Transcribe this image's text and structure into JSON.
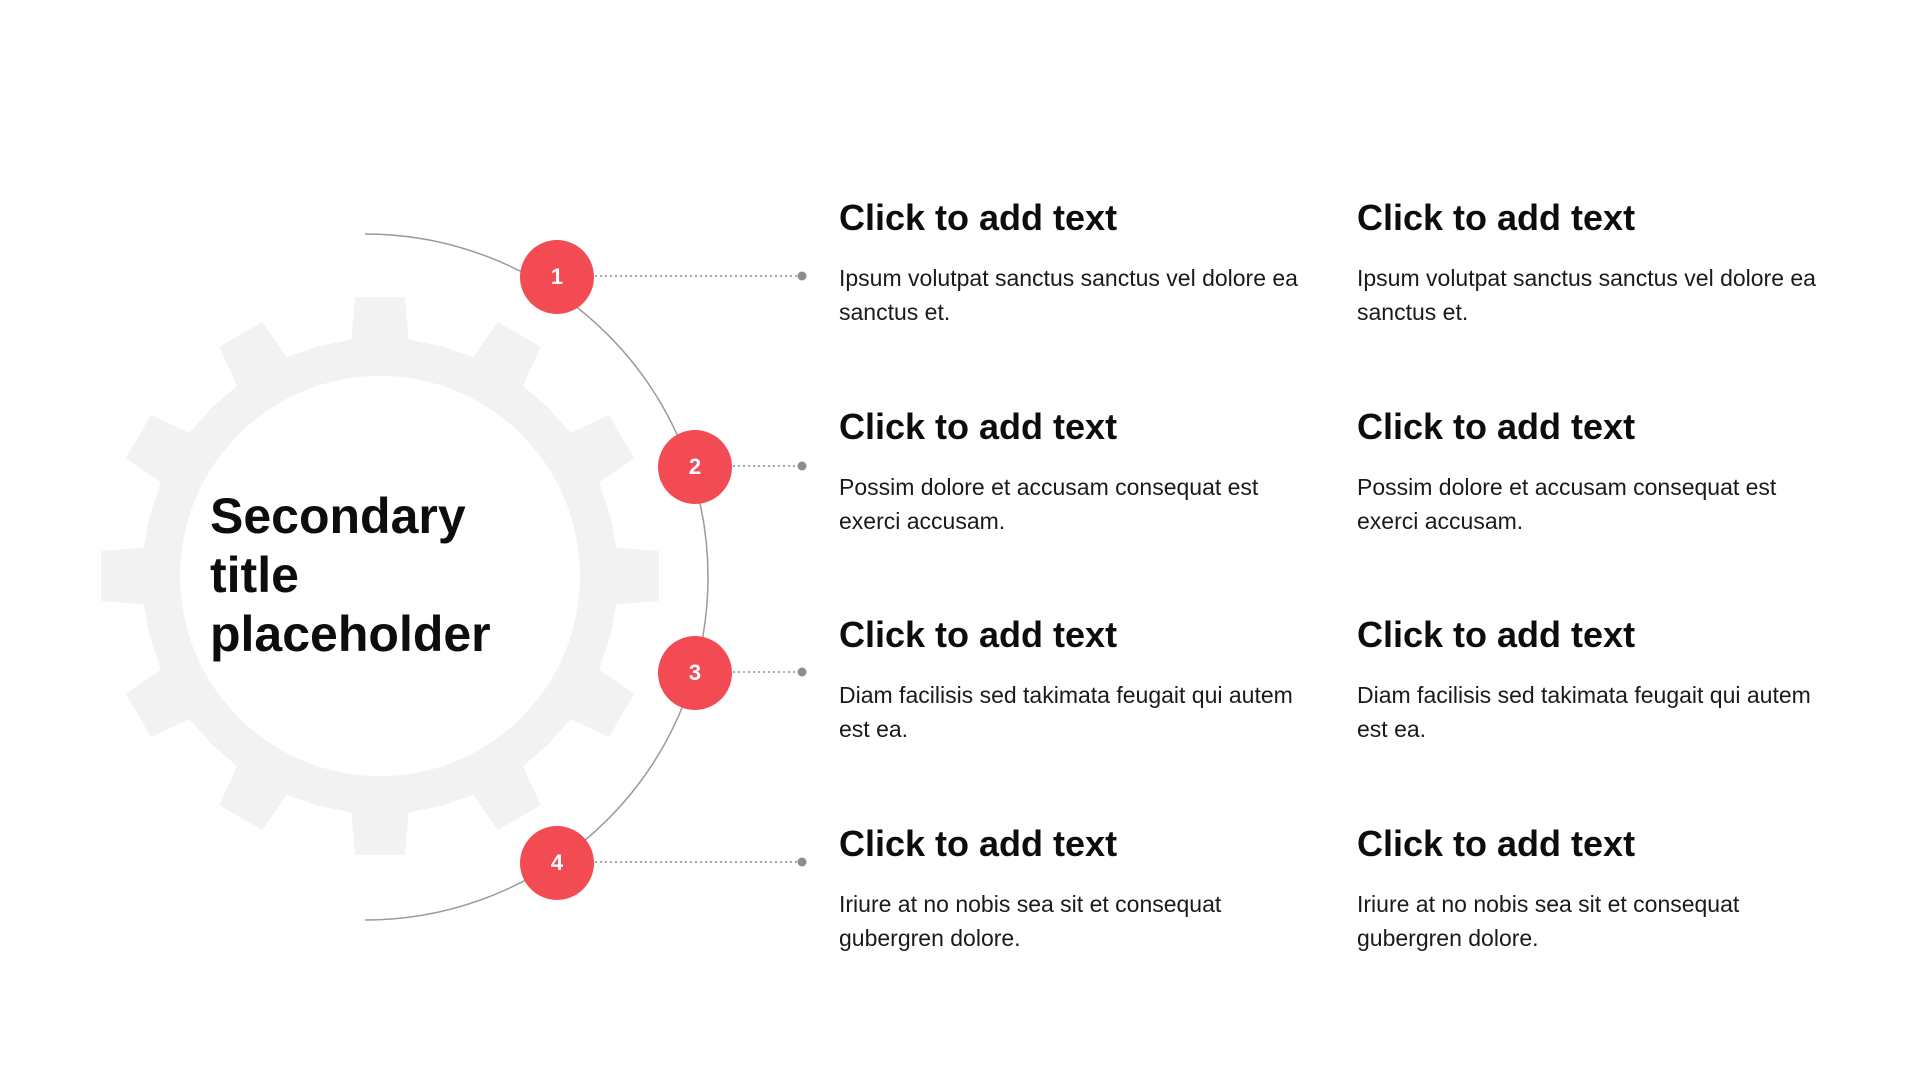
{
  "slide": {
    "title": "Secondary title placeholder",
    "accent_color": "#f24b53",
    "gear_color": "#f2f2f2",
    "connector_color": "#8c8c8c",
    "steps": [
      {
        "number": "1"
      },
      {
        "number": "2"
      },
      {
        "number": "3"
      },
      {
        "number": "4"
      }
    ],
    "left_column": [
      {
        "heading": "Click to add text",
        "body": "Ipsum volutpat sanctus sanctus vel dolore ea sanctus et."
      },
      {
        "heading": "Click to add text",
        "body": "Possim dolore et accusam consequat est exerci accusam."
      },
      {
        "heading": "Click to add text",
        "body": "Diam facilisis sed takimata feugait qui autem est ea."
      },
      {
        "heading": "Click to add text",
        "body": "Iriure at no nobis sea sit et consequat gubergren dolore."
      }
    ],
    "right_column": [
      {
        "heading": "Click to add text",
        "body": "Ipsum volutpat sanctus sanctus vel dolore ea sanctus et."
      },
      {
        "heading": "Click to add text",
        "body": "Possim dolore et accusam consequat est exerci accusam."
      },
      {
        "heading": "Click to add text",
        "body": "Diam facilisis sed takimata feugait qui autem est ea."
      },
      {
        "heading": "Click to add text",
        "body": "Iriure at no nobis sea sit et consequat gubergren dolore."
      }
    ]
  }
}
